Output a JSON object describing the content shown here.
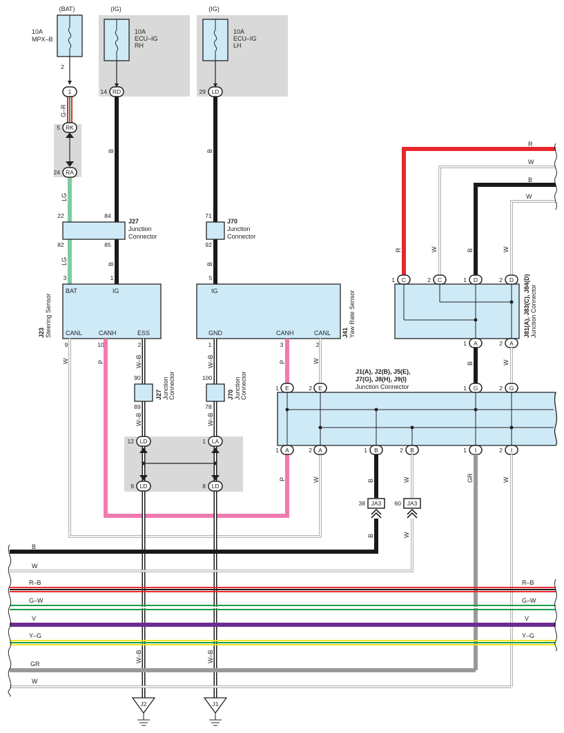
{
  "fuses": {
    "bat": {
      "source": "(BAT)",
      "rating": "10A",
      "name": "MPX–B",
      "pin": "2"
    },
    "rh": {
      "source": "(IG)",
      "rating": "10A",
      "name1": "ECU–IG",
      "name2": "RH"
    },
    "lh": {
      "source": "(IG)",
      "rating": "10A",
      "name1": "ECU–IG",
      "name2": "LH"
    }
  },
  "circ": {
    "c1": "1",
    "rk": "RK",
    "ra": "RA",
    "rd": "RD",
    "ld": "LD",
    "la": "LA",
    "ja3": "JA3",
    "j2": "J2",
    "j1": "J1",
    "A": "A",
    "B": "B",
    "C": "C",
    "D": "D",
    "E": "E",
    "G": "G",
    "I": "I"
  },
  "pins": {
    "p1": "1",
    "p2": "2",
    "p3": "3",
    "p5": "5",
    "p8": "8",
    "p9": "9",
    "p10": "10",
    "p12": "12",
    "p14": "14",
    "p22": "22",
    "p24": "24",
    "p29": "29",
    "p38": "38",
    "p60": "60",
    "p71": "71",
    "p78": "78",
    "p82": "82",
    "p84": "84",
    "p85": "85",
    "p89": "89",
    "p90": "90",
    "p92": "92",
    "p100": "100"
  },
  "wires": {
    "gr_dash": "G–R",
    "lg": "LG",
    "b": "B",
    "w": "W",
    "r": "R",
    "p": "P",
    "wb": "W–B",
    "gr": "GR",
    "rb": "R–B",
    "gw": "G–W",
    "v": "V",
    "yg": "Y–G"
  },
  "connectors": {
    "j27": {
      "id": "J27",
      "l1": "Junction",
      "l2": "Connector"
    },
    "j70": {
      "id": "J70",
      "l1": "Junction",
      "l2": "Connector"
    },
    "jmain": {
      "l1": "J1(A), J2(B), J5(E),",
      "l2": "J7(G), J8(H), J9(I)",
      "l3": "Junction Connector"
    },
    "jtop": {
      "l1": "J81(A), J83(C), J84(D)",
      "l2": "Junction Connector"
    }
  },
  "components": {
    "j23": {
      "id": "J23",
      "name": "Steering Sensor",
      "bat": "BAT",
      "ig": "IG",
      "canl": "CANL",
      "canh": "CANH",
      "ess": "ESS"
    },
    "j41": {
      "id": "J41",
      "name": "Yaw Rate Sensor",
      "ig": "IG",
      "gnd": "GND",
      "canh": "CANH",
      "canl": "CANL"
    }
  },
  "colors": {
    "black": "#1a1a1a",
    "red": "#e8272d",
    "green": "#1a9a4a",
    "lightgreen": "#7ecba1",
    "pink": "#f07ab0",
    "purple": "#6b2c91",
    "yellow": "#f2e51a",
    "gray": "#9a9a9a",
    "box": "#cfeaf7",
    "shade": "#d9d9d9"
  }
}
